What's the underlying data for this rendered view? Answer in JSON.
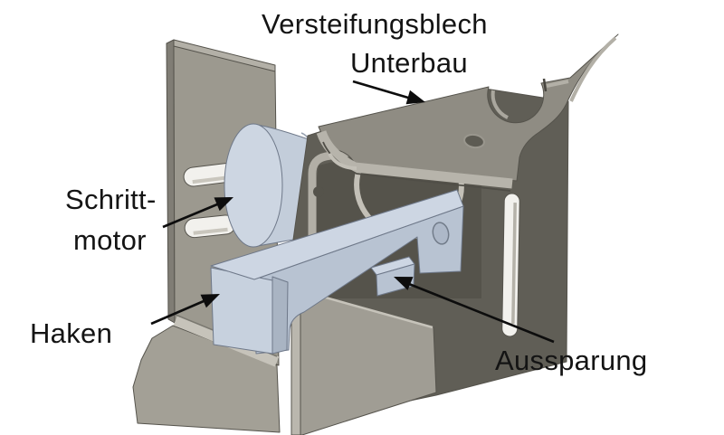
{
  "figure": {
    "type": "cad-annotated-diagram",
    "background": "#ffffff",
    "labels": {
      "unterbau_line1": "Versteifungsblech",
      "unterbau_line2": "Unterbau",
      "schrittmotor_line1": "Schritt-",
      "schrittmotor_line2": "motor",
      "haken": "Haken",
      "aussparung": "Aussparung"
    },
    "colors": {
      "text": "#141414",
      "arrow": "#0d0d0d",
      "panel_gray": "#9c998f",
      "panel_top": "#b3b0a7",
      "panel_side": "#807d75",
      "foot_gray": "#a3a096",
      "fillet_light": "#c6c3ba",
      "plate_top": "#8f8c83",
      "plate_edge": "#b7b4ab",
      "dark_panel": "#605e56",
      "cavity": "#55534b",
      "bracket_band": "#b2afa6",
      "ring": "#c3c0b7",
      "lean_plate": "#a09d94",
      "lean_plate_edge": "#bab7ae",
      "slot_fill": "#f2f1ed",
      "motor_body": "#c3cdda",
      "motor_face": "#cdd6e2",
      "hook_top": "#cdd6e3",
      "hook_front": "#b8c3d2",
      "hook_drop": "#c7d1de",
      "hook_side": "#a9b4c3",
      "pin_gray": "#a8a59c"
    }
  }
}
